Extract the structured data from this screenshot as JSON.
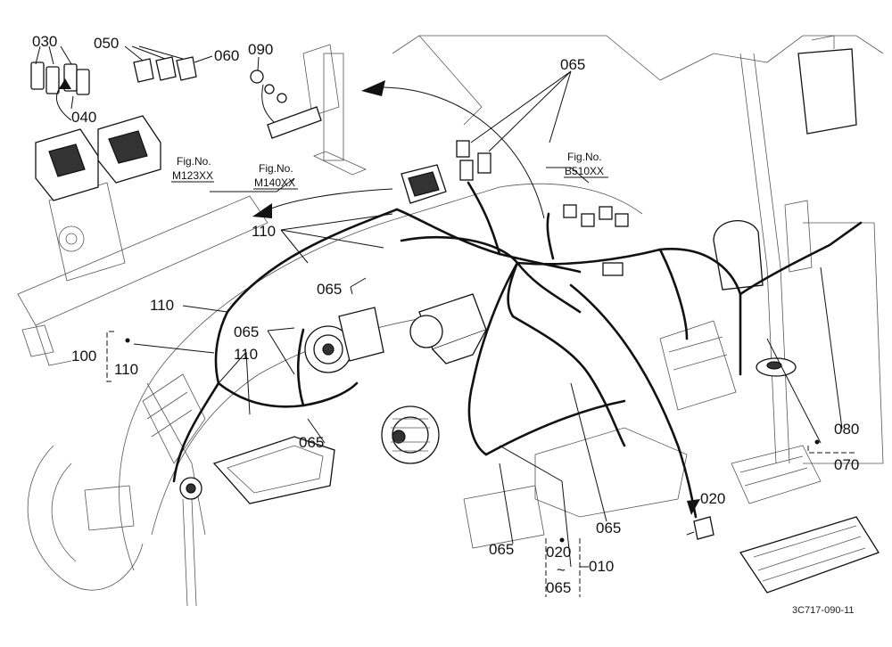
{
  "callouts": {
    "c030": "030",
    "c040": "040",
    "c050": "050",
    "c060": "060",
    "c090": "090",
    "c065_top": "065",
    "c065_mid": "065",
    "c065_left": "065",
    "c065_alt": "065",
    "c065_bottom": "065",
    "c065_right": "065",
    "c110_top": "110",
    "c110_left": "110",
    "c110_mid": "110",
    "c100": "100",
    "c110_group": "110",
    "c080": "080",
    "c070": "070",
    "c020_right": "020",
    "c020_group": "020",
    "c_tilde": "~",
    "c065_group": "065",
    "c010": "010"
  },
  "figure_refs": {
    "m123_label": "Fig.No.",
    "m123_value": "M123XX",
    "m140_label": "Fig.No.",
    "m140_value": "M140XX",
    "b510_label": "Fig.No.",
    "b510_value": "B510XX"
  },
  "drawing_number": "3C717-090-11"
}
